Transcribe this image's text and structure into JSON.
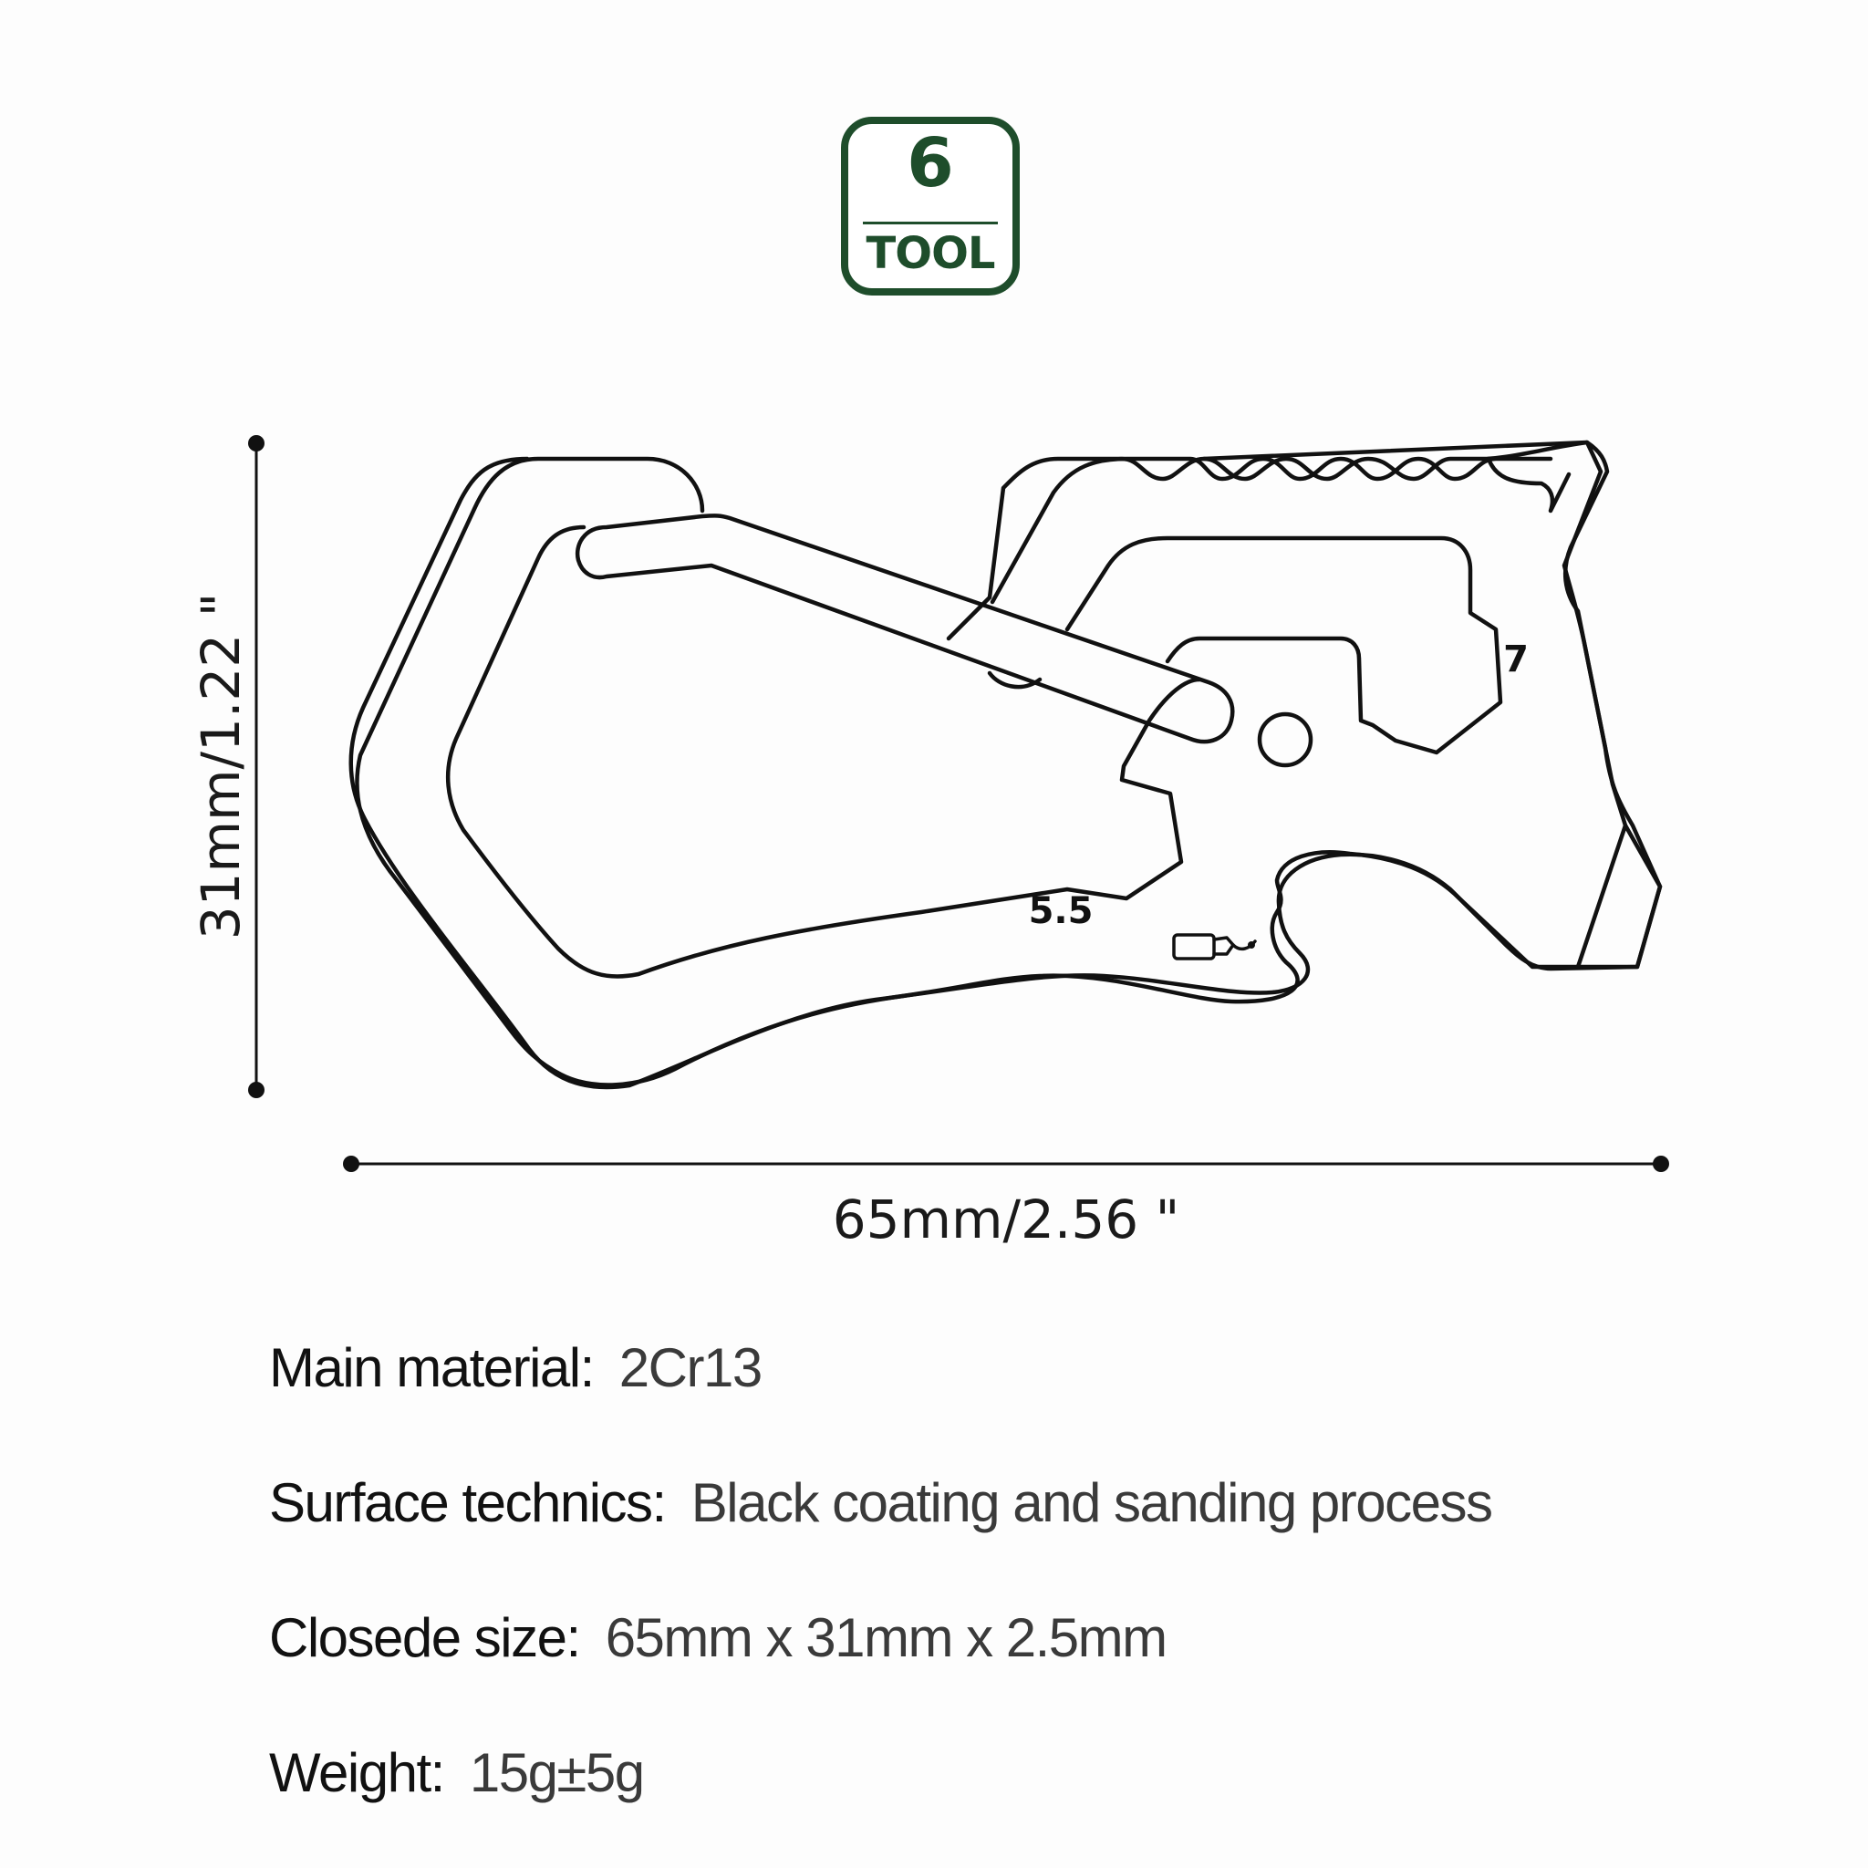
{
  "badge": {
    "number": "6",
    "label": "TOOL",
    "color": "#1e4d2b"
  },
  "dimensions": {
    "height_label": "31mm/1.22 \"",
    "width_label": "65mm/2.56 \""
  },
  "tool_labels": {
    "hex_small": "5.5",
    "hex_large": "7"
  },
  "specs": [
    {
      "label": "Main material:",
      "value": "2Cr13"
    },
    {
      "label": "Surface technics:",
      "value": "Black coating and sanding process"
    },
    {
      "label": "Closede size:",
      "value": "65mm x 31mm x 2.5mm"
    },
    {
      "label": "Weight:",
      "value": "15g±5g"
    }
  ]
}
